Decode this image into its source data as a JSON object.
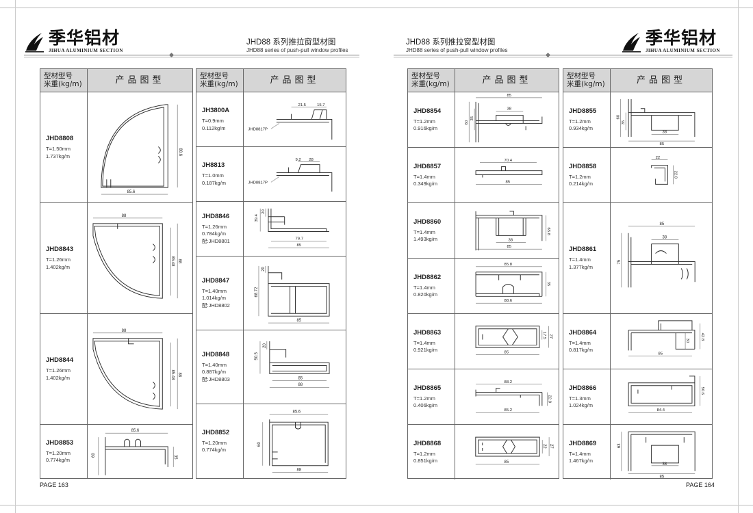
{
  "brand": {
    "zh": "季华铝材",
    "en": "JIHUA ALUMINIUM SECTION"
  },
  "header": {
    "zh": "JHD88 系列推拉窗型材图",
    "en": "JHD88 series of push-pull window profiles"
  },
  "table_header": {
    "code": "型材型号",
    "weight": "米重(kg/m)",
    "figure": "产品图型"
  },
  "pages": {
    "left": "PAGE 163",
    "right": "PAGE 164"
  },
  "col1": [
    {
      "code": "JHD8808",
      "t": "T=1.50mm",
      "w": "1.737kg/m",
      "dims": [
        "85.6",
        "88.6"
      ]
    },
    {
      "code": "JHD8843",
      "t": "T=1.26mm",
      "w": "1.402kg/m",
      "dims": [
        "88",
        "85.48",
        "88"
      ]
    },
    {
      "code": "JHD8844",
      "t": "T=1.26mm",
      "w": "1.402kg/m",
      "dims": [
        "88",
        "85.48",
        "88"
      ]
    },
    {
      "code": "JHD8853",
      "t": "T=1.20mm",
      "w": "0.774kg/m",
      "dims": [
        "85.6",
        "60",
        "35"
      ]
    }
  ],
  "col2": [
    {
      "code": "JH3800A",
      "t": "T=0.9mm",
      "w": "0.112kg/m",
      "dims": [
        "21.5",
        "15.7",
        "JHD8817P"
      ]
    },
    {
      "code": "JH8813",
      "t": "T=1.0mm",
      "w": "0.187kg/m",
      "dims": [
        "9.2",
        "28",
        "JHD8817P"
      ]
    },
    {
      "code": "JHD8846",
      "t": "T=1.26mm",
      "w": "0.784kg/m",
      "p": "配:JHD8801",
      "dims": [
        "39.4",
        "20",
        "79.7",
        "85"
      ]
    },
    {
      "code": "JHD8847",
      "t": "T=1.40mm",
      "w": "1.014kg/m",
      "p": "配:JHD8802",
      "dims": [
        "68.72",
        "20",
        "85"
      ]
    },
    {
      "code": "JHD8848",
      "t": "T=1.40mm",
      "w": "0.887kg/m",
      "p": "配:JHD8803",
      "dims": [
        "50.5",
        "20",
        "85",
        "88"
      ]
    },
    {
      "code": "JHD8852",
      "t": "T=1.20mm",
      "w": "0.774kg/m",
      "dims": [
        "85.6",
        "60",
        "88"
      ]
    }
  ],
  "col3": [
    {
      "code": "JHD8854",
      "t": "T=1.2mm",
      "w": "0.916kg/m",
      "dims": [
        "85",
        "38",
        "60",
        "35"
      ]
    },
    {
      "code": "JHD8857",
      "t": "T=1.4mm",
      "w": "0.349kg/m",
      "dims": [
        "70.4",
        "85"
      ]
    },
    {
      "code": "JHD8860",
      "t": "T=1.4mm",
      "w": "1.493kg/m",
      "dims": [
        "65.8",
        "38",
        "85"
      ]
    },
    {
      "code": "JHD8862",
      "t": "T=1.4mm",
      "w": "0.820kg/m",
      "dims": [
        "85.8",
        "35",
        "88.6"
      ]
    },
    {
      "code": "JHD8863",
      "t": "T=1.4mm",
      "w": "0.921kg/m",
      "dims": [
        "17.5",
        "27",
        "85"
      ]
    },
    {
      "code": "JHD8865",
      "t": "T=1.2mm",
      "w": "0.406kg/m",
      "dims": [
        "88.2",
        "22.8",
        "85.2"
      ]
    },
    {
      "code": "JHD8868",
      "t": "T=1.2mm",
      "w": "0.851kg/m",
      "dims": [
        "22",
        "27",
        "85"
      ]
    }
  ],
  "col4": [
    {
      "code": "JHD8855",
      "t": "T=1.2mm",
      "w": "0.934kg/m",
      "dims": [
        "60",
        "35",
        "38",
        "85"
      ]
    },
    {
      "code": "JHD8858",
      "t": "T=1.2mm",
      "w": "0.214kg/m",
      "dims": [
        "22",
        "22.8"
      ]
    },
    {
      "code": "JHD8861",
      "t": "T=1.4mm",
      "w": "1.377kg/m",
      "dims": [
        "85",
        "38",
        "75"
      ]
    },
    {
      "code": "JHD8864",
      "t": "T=1.4mm",
      "w": "0.817kg/m",
      "dims": [
        "30",
        "42.8",
        "85"
      ]
    },
    {
      "code": "JHD8866",
      "t": "T=1.3mm",
      "w": "1.024kg/m",
      "dims": [
        "50.6",
        "84.4"
      ]
    },
    {
      "code": "JHD8869",
      "t": "T=1.4mm",
      "w": "1.467kg/m",
      "dims": [
        "63",
        "38",
        "85"
      ]
    }
  ]
}
